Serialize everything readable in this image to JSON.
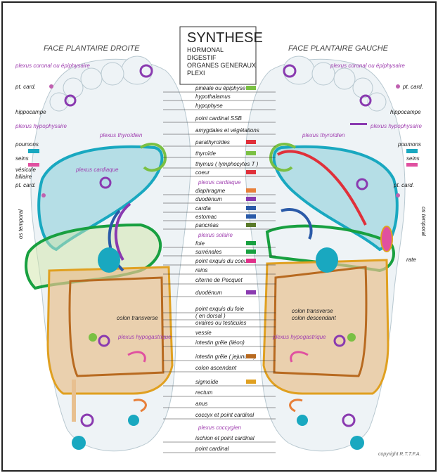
{
  "box": {
    "title": "SYNTHESE",
    "lines": [
      "HORMONAL",
      "DIGESTIF",
      "ORGANES GENERAUX",
      "PLEXI"
    ]
  },
  "headings": {
    "left": "FACE PLANTAIRE  DROITE",
    "right": "FACE PLANTAIRE  GAUCHE"
  },
  "center_labels": [
    {
      "text": "pinéale ou épiphyse",
      "color": "#7ac043"
    },
    {
      "text": "hypothalamus",
      "color": ""
    },
    {
      "text": "hypophyse",
      "color": ""
    },
    {
      "text": "point cardinal      SSB",
      "color": ""
    },
    {
      "text": "amygdales et végétations",
      "color": ""
    },
    {
      "text": "parathyroïdes",
      "color": "#e0303a"
    },
    {
      "text": "thyroïde",
      "color": "#7ac043"
    },
    {
      "text": "thymus ( lymphocytes T )",
      "color": ""
    },
    {
      "text": "coeur",
      "color": "#e0303a"
    },
    {
      "text": "diaphragme",
      "color": "#e8803a"
    },
    {
      "text": "duodénum",
      "color": "#8a3ab0"
    },
    {
      "text": "cardia",
      "color": "#2a5aa8"
    },
    {
      "text": "estomac",
      "color": "#2a5aa8"
    },
    {
      "text": "pancréas",
      "color": "#5a7a2a"
    },
    {
      "text": "foie",
      "color": "#18a040"
    },
    {
      "text": "surrénales",
      "color": "#18a040"
    },
    {
      "text": "point exquis du coeur",
      "color": "#e0308a"
    },
    {
      "text": "reins",
      "color": ""
    },
    {
      "text": "citerne de Pecquet",
      "color": ""
    },
    {
      "text": "duodénum",
      "color": "#8a3ab0"
    },
    {
      "text": "point exquis du foie",
      "color": ""
    },
    {
      "text": "( en dorsal )",
      "color": ""
    },
    {
      "text": "ovaires ou testicules",
      "color": ""
    },
    {
      "text": "vessie",
      "color": ""
    },
    {
      "text": "intestin grêle (iléon)",
      "color": ""
    },
    {
      "text": "intestin grêle  ( jejunum )",
      "color": "#b86a20"
    },
    {
      "text": "colon ascendant",
      "color": ""
    },
    {
      "text": "sigmoïde",
      "color": "#e0a020"
    },
    {
      "text": "rectum",
      "color": ""
    },
    {
      "text": "anus",
      "color": ""
    },
    {
      "text": "coccyx et point cardinal",
      "color": ""
    },
    {
      "text": "ischion et point cardinal",
      "color": ""
    },
    {
      "text": "point cardinal",
      "color": ""
    }
  ],
  "plexus_center": {
    "cardiaque": "plexus cardiaque",
    "solaire": "plexus solaire",
    "coccygien": "plexus coccygien"
  },
  "left_side": {
    "plexus_coronal": "plexus coronal ou épiphysaire",
    "pt_card_1": "pt. card.",
    "hippocampe": "hippocampe",
    "plexus_hypophysaire": "plexus hypophysaire",
    "plexus_thyroidien": "plexus thyroïdien",
    "poumons": "poumons",
    "seins": "seins",
    "vesicule": "vésicule",
    "biliaire": "biliaire",
    "pt_card_2": "pt. card.",
    "os_temporal": "os temporal",
    "plexus_cardiaque": "plexus cardiaque",
    "colon_transverse": "colon transverse",
    "plexus_hypogastrique": "plexus hypogastrique"
  },
  "right_side": {
    "plexus_coronal": "plexus coronal ou épiphysaire",
    "pt_card_1": "pt. card.",
    "hippocampe": "hippocampe",
    "plexus_hypophysaire": "plexus hypophysaire",
    "plexus_thyroidien": "plexus thyroïdien",
    "poumons": "poumons",
    "seins": "seins",
    "pt_card_2": "pt. card.",
    "os_temporal": "os temporal",
    "rate": "rate",
    "colon_transverse": "colon transverse",
    "colon_descendant": "colon descendant",
    "plexus_hypogastrique": "plexus hypogastrique"
  },
  "copyright": "copyright  R.T.T.F.A.",
  "colors": {
    "purple": "#8a3ab0",
    "green": "#7ac043",
    "teal": "#19a8c0",
    "orange": "#e8803a",
    "pink": "#e050a0",
    "tan": "#e8c090"
  }
}
